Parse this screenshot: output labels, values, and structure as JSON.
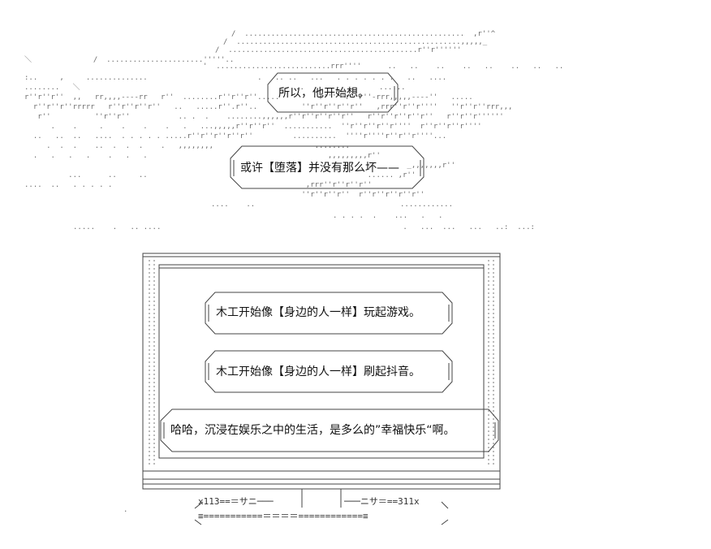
{
  "bubbles": {
    "top_1": "所以，他开始想。",
    "top_2": "或许【堕落】并没有那么坏——",
    "tv_1": "木工开始像【身边的人一样】玩起游戏。",
    "tv_2": "木工开始像【身边的人一样】刷起抖音。",
    "tv_3": "哈哈，沉浸在娱乐之中的生活，是多么的”幸福快乐“啊。"
  },
  "tv_base": {
    "left_row": "x113==＝サニ───",
    "right_row": "───ニサ＝==311x",
    "bottom_row": "≡===========＝＝＝＝============≡"
  }
}
